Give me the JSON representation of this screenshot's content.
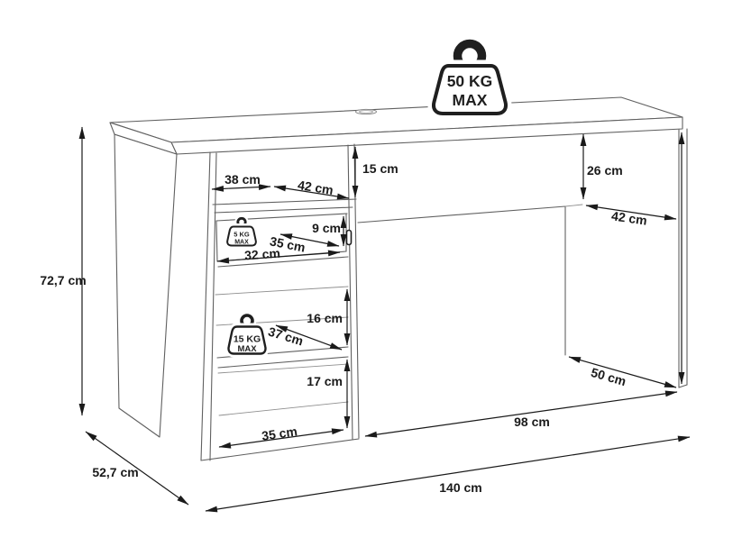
{
  "diagram": {
    "title": "desk-dimension-diagram",
    "unit": "cm",
    "colors": {
      "background": "#ffffff",
      "structure_line": "#606060",
      "interior_line": "#8f8f8f",
      "dimension_line": "#1a1a1a",
      "label_text": "#1a1a1a"
    },
    "max_load_badges": {
      "desktop": {
        "line1": "50 KG",
        "line2": "MAX"
      },
      "drawer": {
        "line1": "5 KG",
        "line2": "MAX"
      },
      "shelf": {
        "line1": "15 KG",
        "line2": "MAX"
      }
    },
    "dimensions": {
      "overall_height": "72,7 cm",
      "overall_depth": "52,7 cm",
      "overall_width": "140 cm",
      "top_clearance": "15 cm",
      "niche_depth_front": "38 cm",
      "niche_depth_back": "42 cm",
      "drawer_front_height": "9 cm",
      "drawer_depth": "35 cm",
      "drawer_width": "32 cm",
      "middle_compartment_height": "16 cm",
      "middle_compartment_depth": "37 cm",
      "bottom_compartment_height": "17 cm",
      "bottom_compartment_width": "35 cm",
      "under_desktop_gap": "26 cm",
      "knee_space_depth_top": "42 cm",
      "knee_space_depth_floor": "50 cm",
      "knee_space_width": "98 cm"
    }
  }
}
